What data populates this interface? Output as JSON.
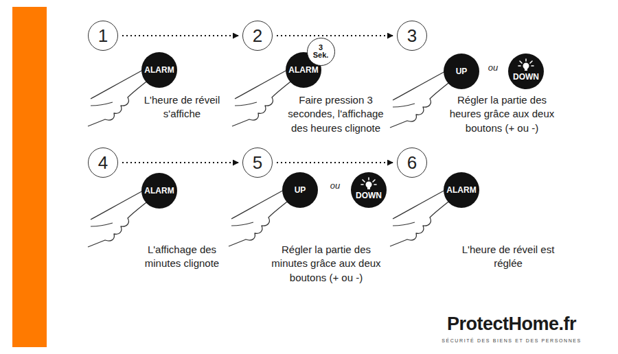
{
  "diagram": {
    "nodes": [
      {
        "text": [
          "1"
        ]
      },
      {
        "text": [
          "ALARM"
        ]
      },
      {
        "text": [
          "2"
        ]
      },
      {
        "text": [
          "ALARM"
        ]
      },
      {
        "text": [
          "3 Sek."
        ]
      },
      {
        "text": [
          "3"
        ]
      },
      {
        "text": [
          "UP"
        ]
      },
      {
        "text": [
          "DOWN"
        ]
      },
      {
        "text": [
          "4"
        ]
      },
      {
        "text": [
          "ALARM"
        ]
      },
      {
        "text": [
          "5"
        ]
      },
      {
        "text": [
          "UP"
        ]
      },
      {
        "text": [
          "DOWN"
        ]
      },
      {
        "text": [
          "6"
        ]
      },
      {
        "text": [
          "ALARM"
        ]
      }
    ],
    "edges": [
      {
        "from": 0,
        "to": 2,
        "arrow": "to"
      },
      {
        "from": 2,
        "to": 5,
        "arrow": "to"
      },
      {
        "from": 8,
        "to": 10,
        "arrow": "to"
      },
      {
        "from": 10,
        "to": 13,
        "arrow": "to"
      }
    ],
    "labels": [
      "L'heure de réveil s'affiche",
      "Faire pression 3 secondes, l'affichage des heures clignote",
      "ou",
      "Régler la partie des heures grâce aux deux boutons (+ ou -)",
      "L'affichage des minutes clignote",
      "ou",
      "Régler la partie des minutes grâce aux deux boutons (+ ou -)",
      "L'heure de réveil est réglée",
      "ProtectHome.fr",
      "SÉCURITÉ DES BIENS ET DES PERSONNES"
    ]
  }
}
